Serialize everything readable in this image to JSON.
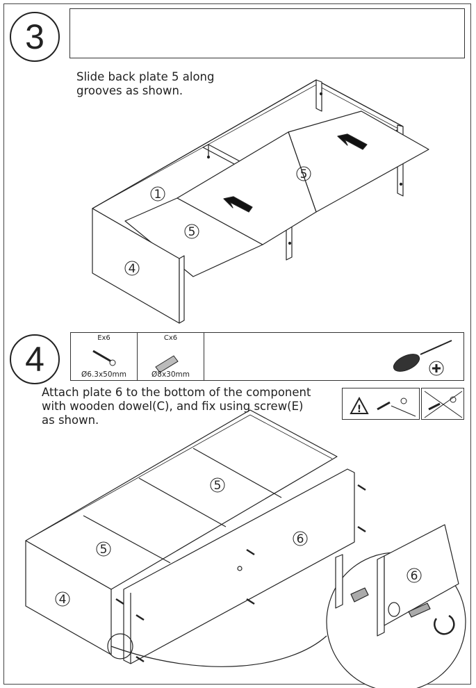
{
  "step3": {
    "number": "3",
    "instruction": "Slide back plate 5 along\ngrooves as shown.",
    "labels": {
      "side": "4",
      "top": "1",
      "back_left": "5",
      "back_right": "5"
    }
  },
  "step4": {
    "number": "4",
    "instruction": "Attach plate 6 to the bottom of the component\nwith wooden dowel(C), and fix using screw(E)\nas shown.",
    "parts": [
      {
        "qty": "Ex6",
        "spec": "Ø6.3x50mm",
        "icon": "screw-icon"
      },
      {
        "qty": "Cx6",
        "spec": "Ø8x30mm",
        "icon": "dowel-icon"
      }
    ],
    "tool": "phillips-screwdriver-icon",
    "labels": {
      "side": "4",
      "back_left": "5",
      "back_right": "5",
      "bottom": "6",
      "detail": "6"
    }
  }
}
